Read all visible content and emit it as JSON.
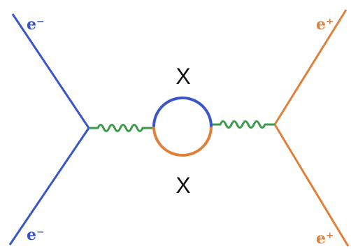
{
  "diagram": {
    "labels": {
      "top_left": "e⁻",
      "bottom_left": "e⁻",
      "top_right": "e⁺",
      "bottom_right": "e⁺",
      "loop_top": "X",
      "loop_bottom": "X"
    },
    "colors": {
      "electron": "#3a56c8",
      "positron": "#e0803a",
      "photon": "#3c9a4a",
      "loop_top": "#3a56c8",
      "loop_bottom": "#e0803a",
      "text_dark": "#111111"
    }
  }
}
